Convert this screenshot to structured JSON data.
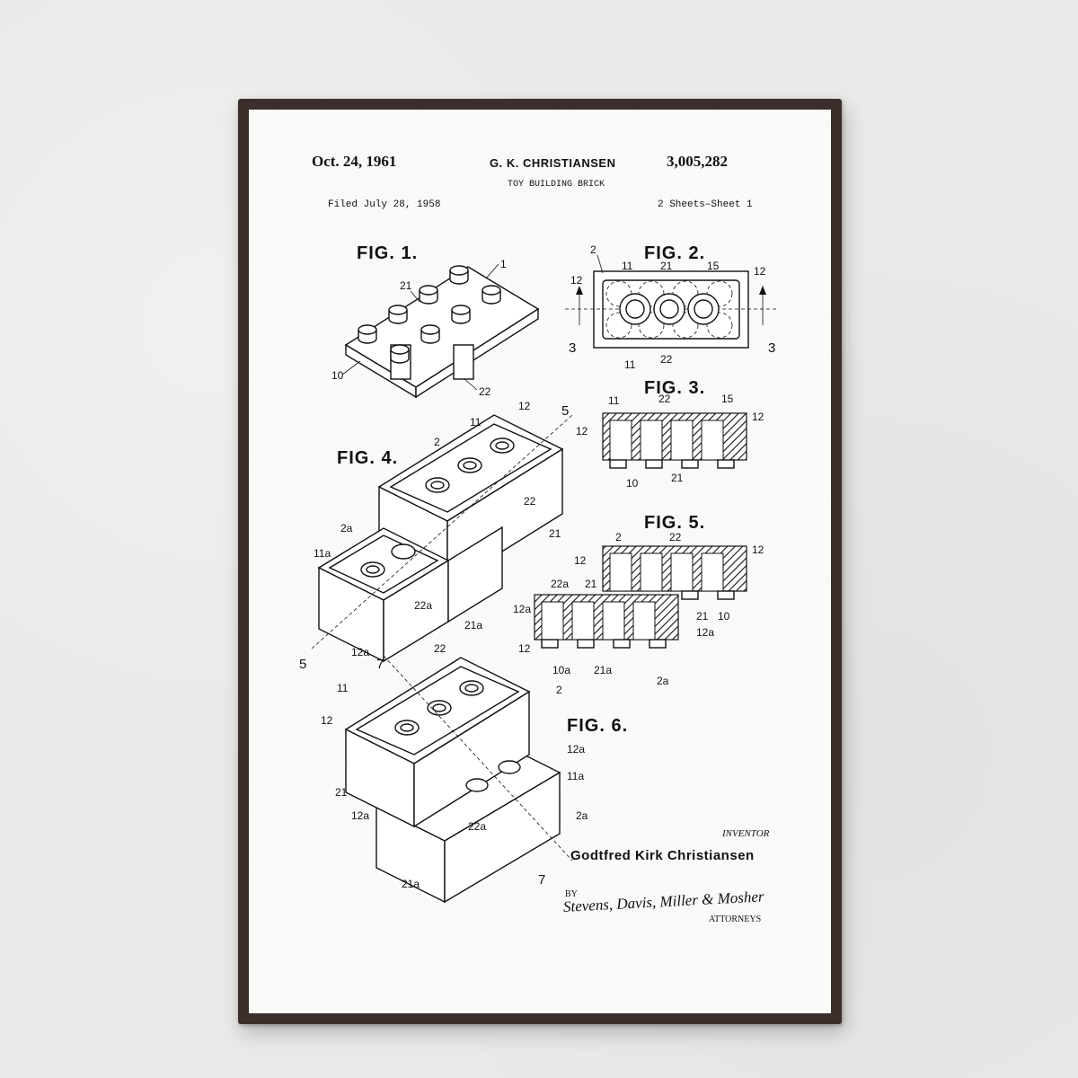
{
  "patent": {
    "date": "Oct. 24, 1961",
    "inventor_header": "G. K. CHRISTIANSEN",
    "number": "3,005,282",
    "title": "TOY BUILDING BRICK",
    "filed": "Filed July 28, 1958",
    "sheets": "2 Sheets–Sheet 1"
  },
  "figures": {
    "fig1": "FIG. 1.",
    "fig2": "FIG. 2.",
    "fig3": "FIG. 3.",
    "fig4": "FIG. 4.",
    "fig5": "FIG. 5.",
    "fig6": "FIG. 6."
  },
  "refs": {
    "fig1": [
      "1",
      "21",
      "10",
      "22"
    ],
    "fig2": [
      "2",
      "11",
      "21",
      "15",
      "12",
      "12",
      "3",
      "3",
      "11",
      "22"
    ],
    "fig3": [
      "11",
      "22",
      "15",
      "12",
      "12",
      "10",
      "21"
    ],
    "fig4": [
      "12",
      "5",
      "11",
      "2",
      "22",
      "21",
      "2a",
      "11a",
      "22a",
      "21a",
      "5",
      "12a"
    ],
    "fig5": [
      "2",
      "22",
      "12",
      "12",
      "22a",
      "21",
      "12a",
      "21",
      "10",
      "12a",
      "10a",
      "21a",
      "2a"
    ],
    "fig6": [
      "22",
      "12",
      "7",
      "11",
      "2",
      "12",
      "12a",
      "11a",
      "21",
      "12a",
      "2a",
      "22a",
      "21a",
      "7"
    ]
  },
  "signature": {
    "inventor_label": "INVENTOR",
    "inventor_name": "Godtfred Kirk Christiansen",
    "by": "BY",
    "attorneys_sig": "Stevens, Davis, Miller & Mosher",
    "attorneys_label": "ATTORNEYS"
  }
}
